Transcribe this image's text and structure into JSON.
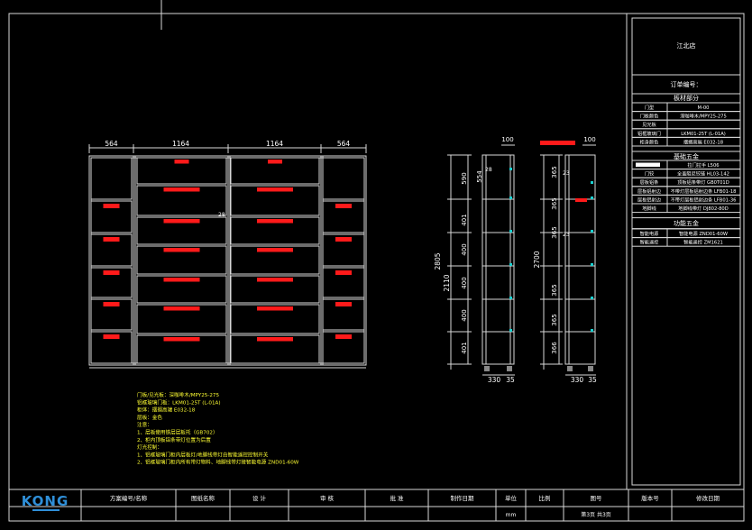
{
  "title_block": {
    "store": "江北店",
    "order_label": "订单编号：",
    "section_material": "板材部分",
    "material_rows": [
      {
        "k": "门型",
        "v": "M-00"
      },
      {
        "k": "门板颜色",
        "v": "深咖啡木/MPY25-275"
      },
      {
        "k": "见光板",
        "v": ""
      },
      {
        "k": "铝框玻璃门",
        "v": "LKM01-25T (L-01A)"
      },
      {
        "k": "柜身颜色",
        "v": "摆搁高端 E032-18"
      }
    ],
    "section_hardware": "基础五金",
    "hardware_rows": [
      {
        "k": "",
        "v": "拉门拉手 L506"
      },
      {
        "k": "门铰",
        "v": "全盖阻尼铰链 HL03-142"
      },
      {
        "k": "层板铝条",
        "v": "顶板铝条带灯 GB0T01D"
      },
      {
        "k": "层板铝射边",
        "v": "不带灯层板铝射边条 LFB01-18"
      },
      {
        "k": "层板铝射边",
        "v": "不带灯层板铝射边条 LFB01-36"
      },
      {
        "k": "地脚线",
        "v": "地脚线带灯 DJ802-80D"
      }
    ],
    "section_function": "功能五金",
    "function_rows": [
      {
        "k": "智能电源",
        "v": "智能电源 ZND01-60W"
      },
      {
        "k": "智能遥控",
        "v": "智能遥控 ZM1621"
      }
    ]
  },
  "bottom_bar": {
    "logo_text": "KONG",
    "cells": [
      {
        "h": "方案编号/名称",
        "v": ""
      },
      {
        "h": "图纸名称",
        "v": ""
      },
      {
        "h": "设 计",
        "v": ""
      },
      {
        "h": "审 核",
        "v": ""
      },
      {
        "h": "批 准",
        "v": ""
      },
      {
        "h": "制作日期",
        "v": ""
      },
      {
        "h": "单位",
        "v": "mm"
      },
      {
        "h": "比例",
        "v": ""
      },
      {
        "h": "图号",
        "v": "第3页 共3页"
      },
      {
        "h": "版本号",
        "v": ""
      },
      {
        "h": "修改日期",
        "v": ""
      }
    ]
  },
  "front_view": {
    "widths": [
      "564",
      "1164",
      "1164",
      "564"
    ]
  },
  "side_view_1": {
    "top": "100",
    "total": "2805",
    "sub_total": "2110",
    "segments": [
      "590",
      "554",
      "401",
      "400",
      "400",
      "400",
      "401"
    ],
    "base": [
      "330",
      "35"
    ],
    "inner_tag": "28"
  },
  "side_view_2": {
    "top": "100",
    "total": "2700",
    "segments": [
      "365",
      "365",
      "365",
      "365",
      "365",
      "366"
    ],
    "tags": [
      "23",
      "23"
    ],
    "base": [
      "330",
      "35"
    ]
  },
  "notes": [
    "门板/见光板：深咖啡木/MPY25-275",
    "铝框玻璃门板：LKM01-25T (L-01A)",
    "柜体：摆搁高端 E032-18",
    "层板：金色",
    "注意：",
    "1、层板使用铁层层板托（GB702）",
    "2、柜内顶板铝条带灯位置为后置",
    "灯光控制：",
    "1、铝框玻璃门柜内层板灯/地脚线带灯由智能遥控控制开关",
    "2、铝框玻璃门柜内所有带灯物料、地脚线带灯接智能电源 ZND01-60W"
  ]
}
